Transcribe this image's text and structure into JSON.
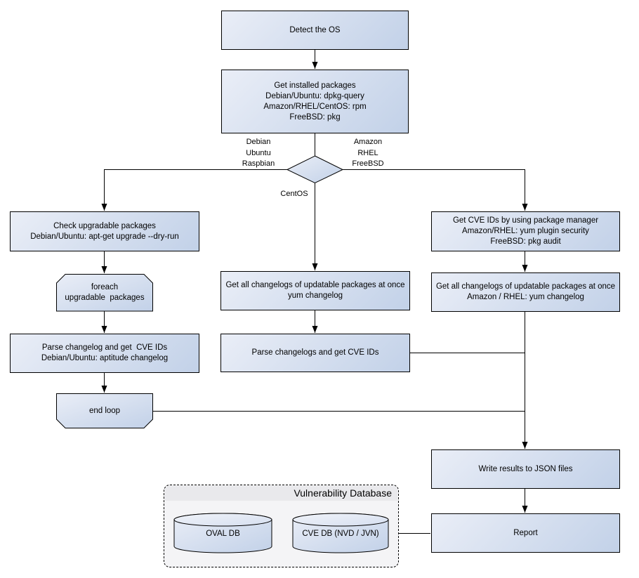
{
  "diagram": {
    "nodes": {
      "detect_os": {
        "lines": [
          "Detect the OS"
        ]
      },
      "get_installed_packages": {
        "lines": [
          "Get installed packages",
          "Debian/Ubuntu: dpkg-query",
          "Amazon/RHEL/CentOS: rpm",
          "FreeBSD: pkg"
        ]
      },
      "check_upgradable": {
        "lines": [
          "Check upgradable packages",
          "Debian/Ubuntu: apt-get upgrade --dry-run"
        ]
      },
      "foreach_loop": {
        "lines": [
          "foreach",
          "upgradable  packages"
        ]
      },
      "parse_changelog_left": {
        "lines": [
          "Parse changelog and get  CVE IDs",
          "Debian/Ubuntu: aptitude changelog"
        ]
      },
      "end_loop": {
        "lines": [
          "end loop"
        ]
      },
      "get_changelogs_centos": {
        "lines": [
          "Get all changelogs of updatable packages at once",
          "yum changelog"
        ]
      },
      "parse_changelogs_centos": {
        "lines": [
          "Parse changelogs and get CVE IDs"
        ]
      },
      "get_cve_ids_pkg_mgr": {
        "lines": [
          "Get CVE IDs by using package manager",
          "Amazon/RHEL: yum plugin security",
          "FreeBSD: pkg audit"
        ]
      },
      "get_changelogs_amazon": {
        "lines": [
          "Get all changelogs of updatable packages at once",
          "Amazon / RHEL: yum changelog"
        ]
      },
      "write_results": {
        "lines": [
          "Write results to JSON files"
        ]
      },
      "report": {
        "lines": [
          "Report"
        ]
      }
    },
    "edge_labels": {
      "left_branch": [
        "Debian",
        "Ubuntu",
        "Raspbian"
      ],
      "right_branch": [
        "Amazon",
        "RHEL",
        "FreeBSD"
      ],
      "bottom_branch": "CentOS"
    },
    "vulnerability_database": {
      "title": "Vulnerability Database",
      "oval_db": "OVAL DB",
      "cve_db": "CVE DB (NVD / JVN)"
    },
    "colors": {
      "node_gradient_start": "#eaeef7",
      "node_gradient_end": "#c2d1e8",
      "node_border": "#000000",
      "connector": "#000000",
      "db_panel_bg": "#f4f4f6",
      "db_panel_header": "#e9e9ec"
    }
  }
}
